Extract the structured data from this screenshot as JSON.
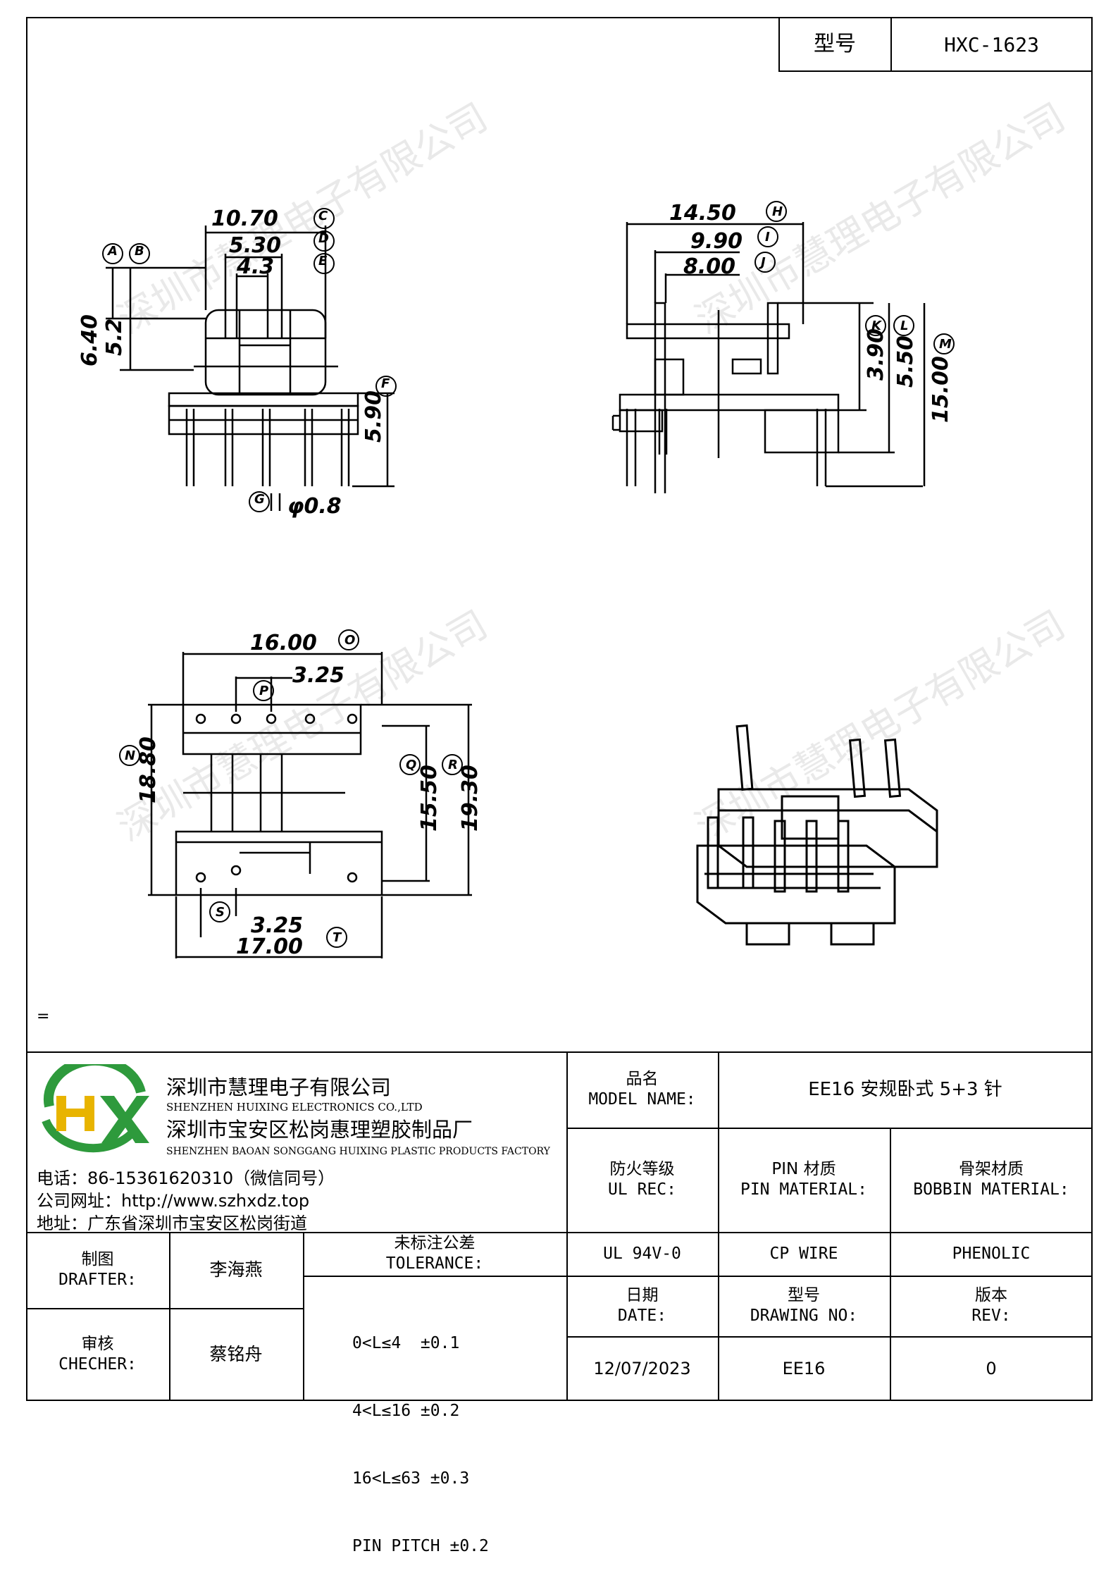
{
  "header": {
    "model_label": "型号",
    "model_value": "HXC-1623"
  },
  "drawing": {
    "side_view_dims": [
      "10.70",
      "5.30",
      "4.3",
      "6.40",
      "5.2",
      "5.90",
      "φ0.8"
    ],
    "side_view_refs": [
      "C",
      "D",
      "E",
      "A",
      "B",
      "F",
      "G"
    ],
    "front_view_dims": [
      "14.50",
      "9.90",
      "8.00",
      "3.90",
      "5.50",
      "15.00"
    ],
    "front_view_refs": [
      "H",
      "I",
      "J",
      "K",
      "L",
      "M"
    ],
    "bottom_view_dims": [
      "16.00",
      "3.25",
      "18.80",
      "15.50",
      "19.30",
      "3.25",
      "17.00"
    ],
    "bottom_view_refs": [
      "O",
      "P",
      "N",
      "Q",
      "R",
      "S",
      "T"
    ],
    "note_mark": "="
  },
  "company": {
    "name_cn": "深圳市慧理电子有限公司",
    "name_en": "SHENZHEN HUIXING ELECTRONICS CO.,LTD",
    "factory_cn": "深圳市宝安区松岗惠理塑胶制品厂",
    "factory_en": "SHENZHEN BAOAN SONGGANG HUIXING PLASTIC PRODUCTS FACTORY",
    "phone": "电话：86-15361620310（微信同号）",
    "website": "公司网址：http://www.szhxdz.top",
    "address": "地址：广东省深圳市宝安区松岗街道",
    "watermark": "深圳市慧理电子有限公司"
  },
  "title_block": {
    "model_name_cn": "品名",
    "model_name_en": "MODEL NAME:",
    "model_name_value": "EE16 安规卧式 5+3 针",
    "ul_cn": "防火等级",
    "ul_en": "UL REC:",
    "pin_material_cn": "PIN 材质",
    "pin_material_en": "PIN MATERIAL:",
    "bobbin_material_cn": "骨架材质",
    "bobbin_material_en": "BOBBIN MATERIAL:",
    "ul_value": "UL 94V-0",
    "pin_value": "CP WIRE",
    "bobbin_value": "PHENOLIC",
    "drafter_cn": "制图",
    "drafter_en": "DRAFTER:",
    "drafter_name": "李海燕",
    "checker_cn": "审核",
    "checker_en": "CHECHER:",
    "checker_name": "蔡铭舟",
    "tolerance_cn": "未标注公差",
    "tolerance_en": "TOLERANCE:",
    "tolerances": [
      "0<L≤4  ±0.1",
      "4<L≤16 ±0.2",
      "16<L≤63 ±0.3",
      "PIN PITCH ±0.2"
    ],
    "date_cn": "日期",
    "date_en": "DATE:",
    "date_value": "12/07/2023",
    "drawing_no_cn": "型号",
    "drawing_no_en": "DRAWING NO:",
    "drawing_no_value": "EE16",
    "rev_cn": "版本",
    "rev_en": "REV:",
    "rev_value": "0"
  },
  "colors": {
    "logo_green": "#2e9a3c",
    "logo_yellow": "#e8b400",
    "logo_red": "#c8282c"
  }
}
